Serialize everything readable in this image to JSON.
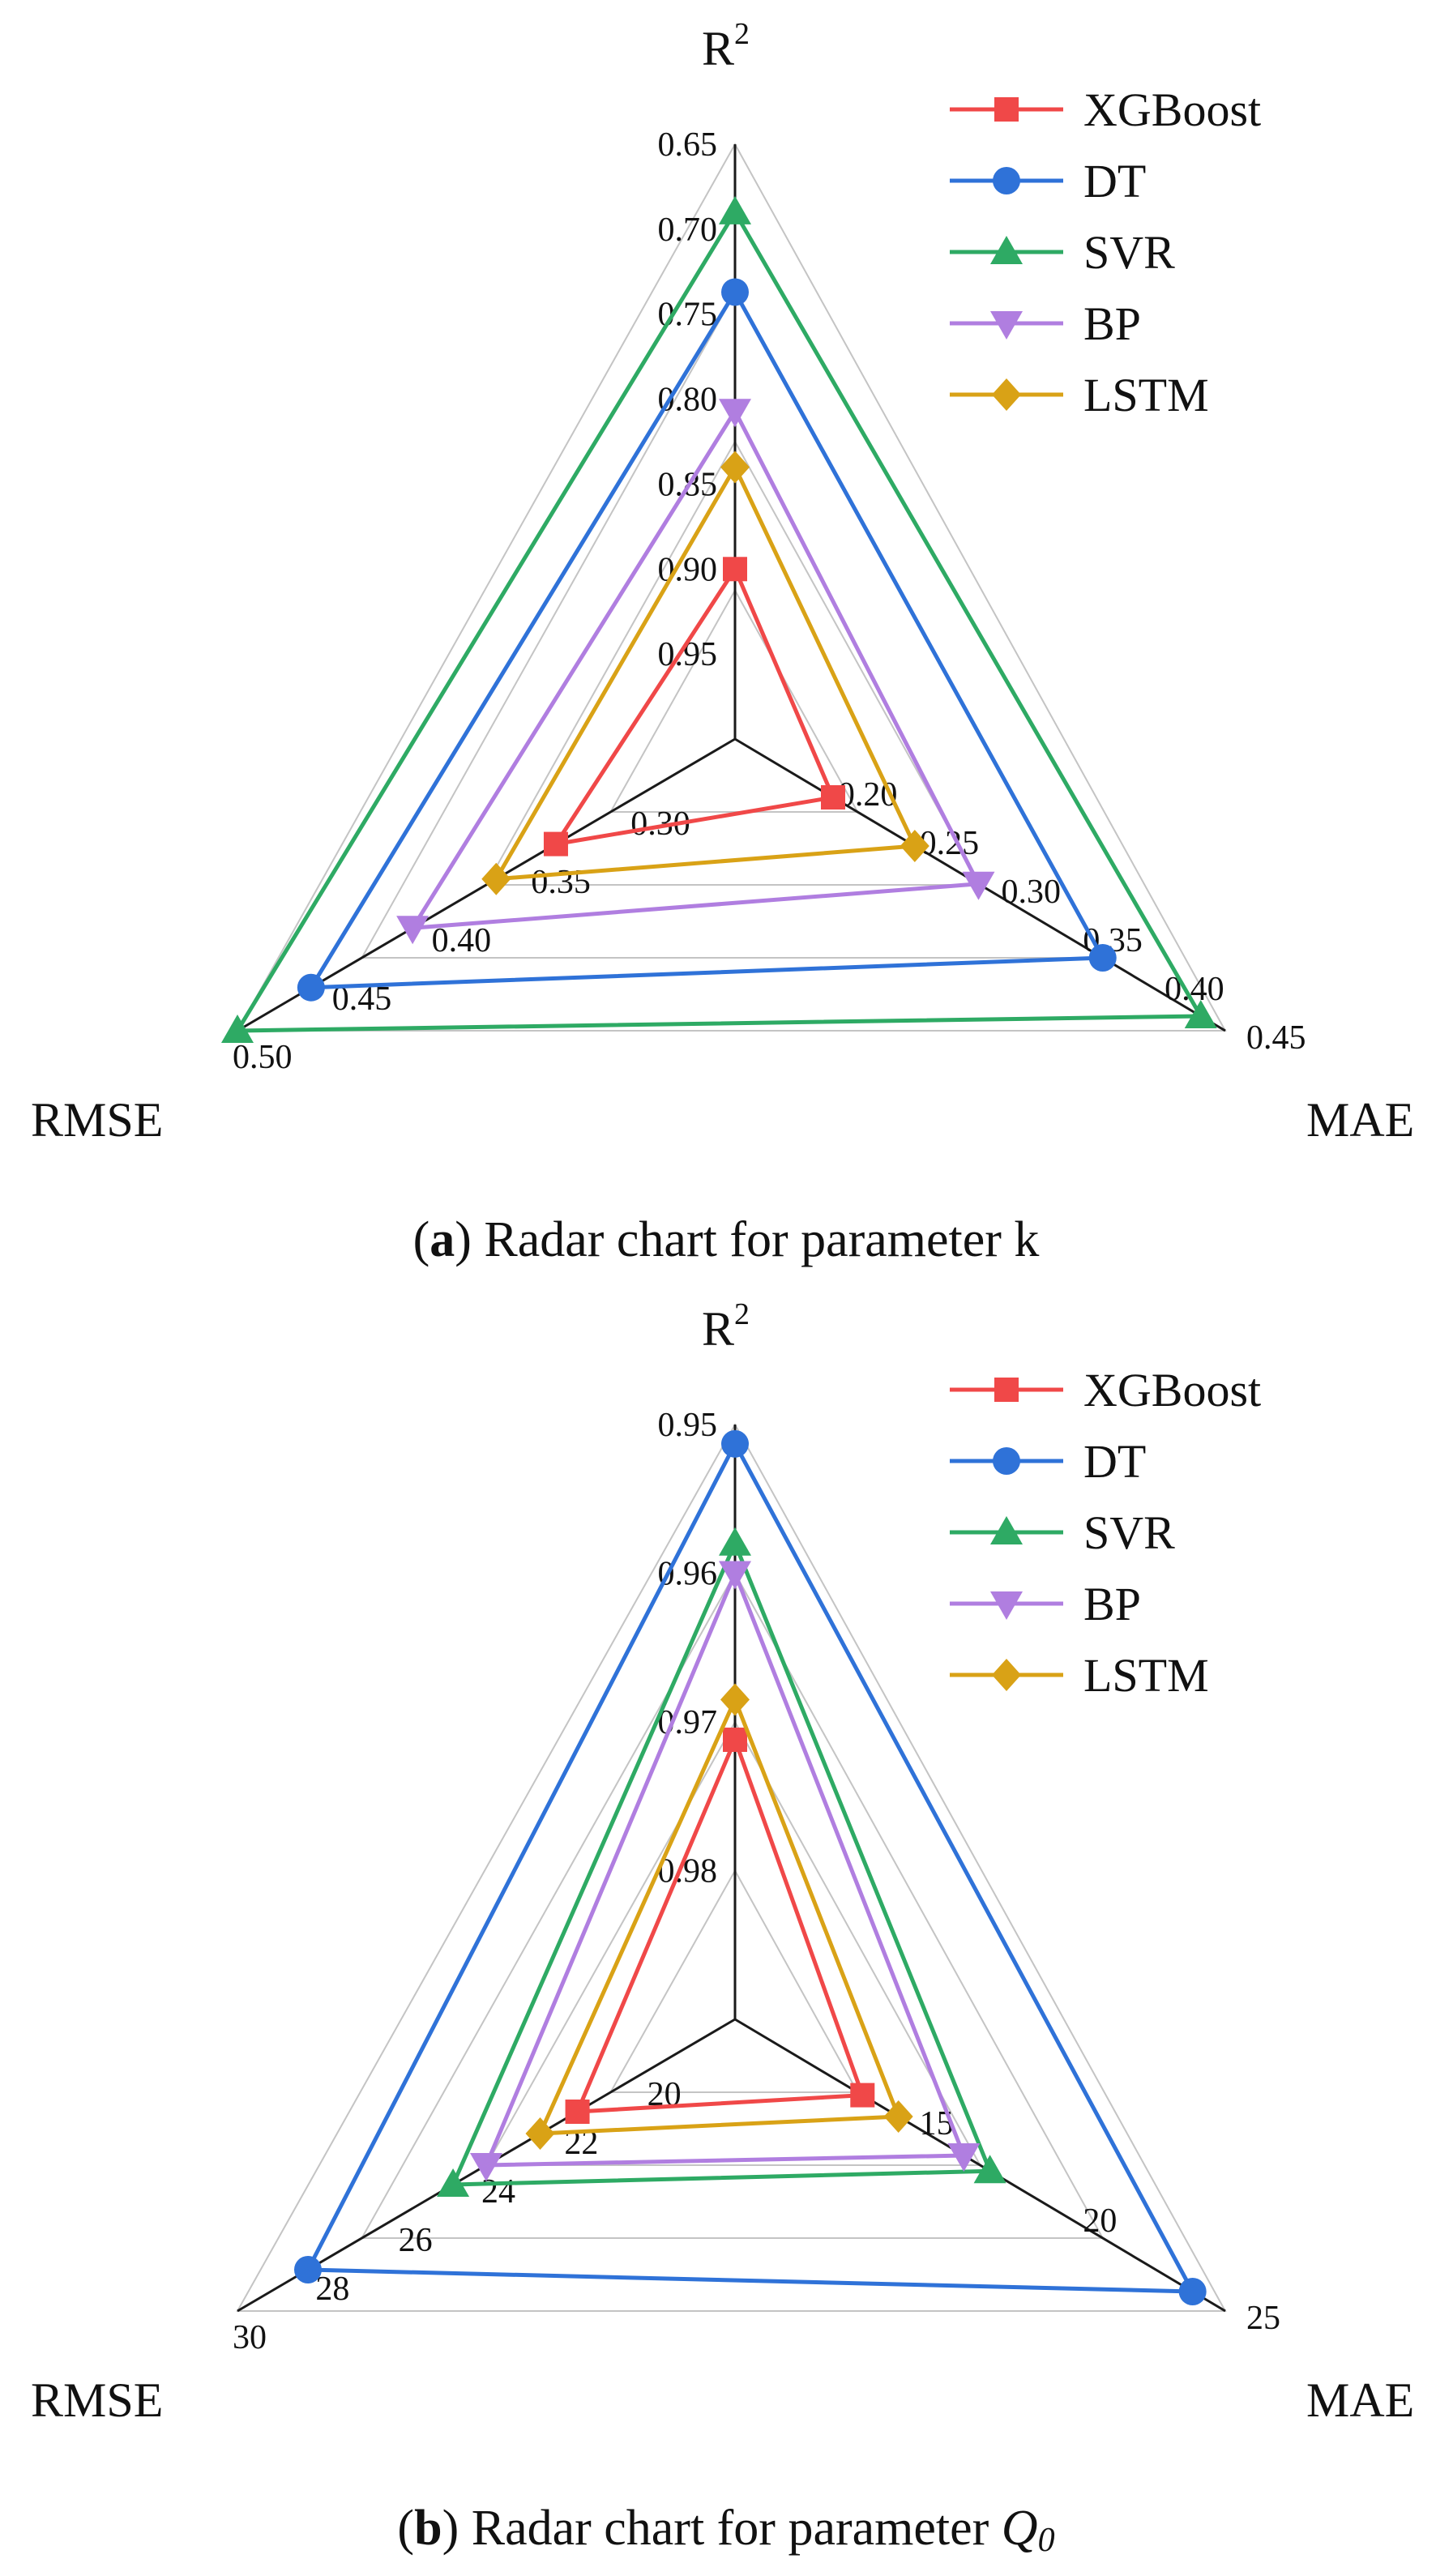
{
  "chart_data": [
    {
      "type": "radar",
      "axes": [
        "R2",
        "MAE",
        "RMSE"
      ],
      "axis_titles": {
        "r2": "R",
        "r2_sup": "2",
        "mae": "MAE",
        "rmse": "RMSE"
      },
      "axis_ticks": {
        "r2": [
          "0.65",
          "0.70",
          "0.75",
          "0.80",
          "0.85",
          "0.90",
          "0.95"
        ],
        "mae": [
          "0.20",
          "0.25",
          "0.30",
          "0.35",
          "0.40",
          "0.45"
        ],
        "rmse": [
          "0.30",
          "0.35",
          "0.40",
          "0.45",
          "0.50"
        ]
      },
      "axis_ranges": {
        "r2": [
          1.0,
          0.65
        ],
        "mae": [
          0.15,
          0.45
        ],
        "rmse": [
          0.25,
          0.5
        ]
      },
      "series": [
        {
          "name": "XGBoost",
          "color": "#f04848",
          "marker": "square",
          "values": {
            "r2": 0.9,
            "mae": 0.21,
            "rmse": 0.34
          }
        },
        {
          "name": "DT",
          "color": "#2f72d8",
          "marker": "circle",
          "values": {
            "r2": 0.737,
            "mae": 0.375,
            "rmse": 0.463
          }
        },
        {
          "name": "SVR",
          "color": "#2eaa64",
          "marker": "triangle-up",
          "values": {
            "r2": 0.69,
            "mae": 0.435,
            "rmse": 0.5
          }
        },
        {
          "name": "BP",
          "color": "#b07ee0",
          "marker": "triangle-down",
          "values": {
            "r2": 0.807,
            "mae": 0.299,
            "rmse": 0.412
          }
        },
        {
          "name": "LSTM",
          "color": "#d9a216",
          "marker": "diamond",
          "values": {
            "r2": 0.84,
            "mae": 0.26,
            "rmse": 0.37
          }
        }
      ],
      "legend_position": "top-right",
      "caption": {
        "letter": "a",
        "text": "Radar chart for parameter k"
      }
    },
    {
      "type": "radar",
      "axes": [
        "R2",
        "MAE",
        "RMSE"
      ],
      "axis_titles": {
        "r2": "R",
        "r2_sup": "2",
        "mae": "MAE",
        "rmse": "RMSE"
      },
      "axis_ticks": {
        "r2": [
          "0.95",
          "0.96",
          "0.97",
          "0.98"
        ],
        "mae": [
          "15",
          "20",
          "25"
        ],
        "rmse": [
          "20",
          "22",
          "24",
          "26",
          "28",
          "30"
        ]
      },
      "axis_ranges": {
        "r2": [
          0.99,
          0.95
        ],
        "mae": [
          10,
          25
        ],
        "rmse": [
          18,
          30
        ]
      },
      "series": [
        {
          "name": "XGBoost",
          "color": "#f04848",
          "marker": "square",
          "values": {
            "r2": 0.9712,
            "mae": 13.9,
            "rmse": 21.8
          }
        },
        {
          "name": "DT",
          "color": "#2f72d8",
          "marker": "circle",
          "values": {
            "r2": 0.9513,
            "mae": 24.0,
            "rmse": 28.3
          }
        },
        {
          "name": "SVR",
          "color": "#2eaa64",
          "marker": "triangle-up",
          "values": {
            "r2": 0.958,
            "mae": 17.8,
            "rmse": 24.8
          }
        },
        {
          "name": "BP",
          "color": "#b07ee0",
          "marker": "triangle-down",
          "values": {
            "r2": 0.96,
            "mae": 17.0,
            "rmse": 24.0
          }
        },
        {
          "name": "LSTM",
          "color": "#d9a216",
          "marker": "diamond",
          "values": {
            "r2": 0.9685,
            "mae": 15.0,
            "rmse": 22.7
          }
        }
      ],
      "legend_position": "top-right",
      "caption": {
        "letter": "b",
        "text": "Radar chart for parameter ",
        "symbol": "Q",
        "symbol_sub": "0"
      }
    }
  ]
}
